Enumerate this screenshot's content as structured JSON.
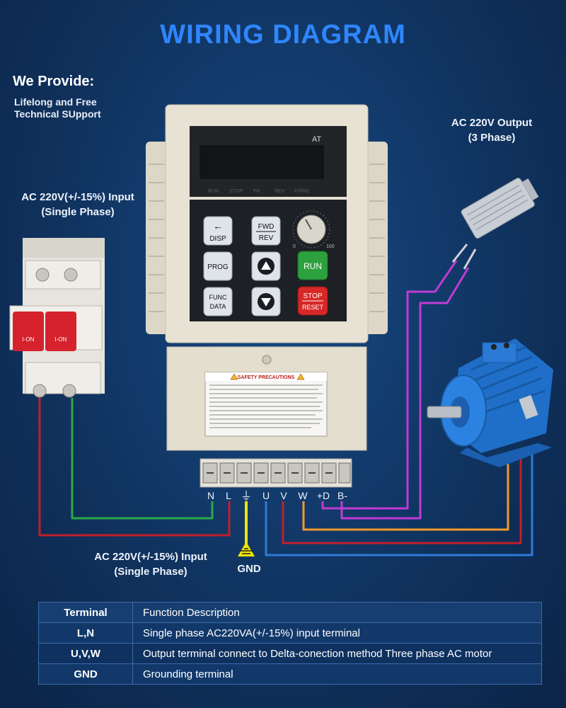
{
  "header": {
    "title": "WIRING DIAGRAM"
  },
  "provide": {
    "heading": "We Provide:",
    "line1": "Lifelong and Free",
    "line2": "Technical SUpport"
  },
  "labels": {
    "input_top_1": "AC 220V(+/-15%) Input",
    "input_top_2": "(Single Phase)",
    "output_1": "AC 220V Output",
    "output_2": "(3 Phase)",
    "input_bottom_1": "AC 220V(+/-15%) Input",
    "input_bottom_2": "(Single Phase)",
    "gnd": "GND"
  },
  "inverter": {
    "display_label": "AT",
    "status": [
      "RUN",
      "STOP",
      "FR",
      "REV",
      "F/PRG"
    ],
    "keys": {
      "disp": "DISP",
      "fwd": "FWD",
      "rev": "REV",
      "prog": "PROG",
      "func": "FUNC",
      "data": "DATA",
      "run": "RUN",
      "stop": "STOP",
      "reset": "RESET"
    },
    "dial_min": "0",
    "dial_max": "100",
    "safety_title": "SAFETY PRECAUTIONS"
  },
  "breaker": {
    "left": "I-ON",
    "right": "I-ON"
  },
  "terminals": [
    "N",
    "L",
    "⏚",
    "U",
    "V",
    "W",
    "+D",
    "B-"
  ],
  "colors": {
    "title": "#2f86ff",
    "red": "#c21f2a",
    "green": "#2ca84a",
    "yellow": "#f2e600",
    "blue": "#2f7ad8",
    "orange": "#f19a2a",
    "purple": "#c03bd4"
  },
  "table": {
    "header": [
      "Terminal",
      "Function Description"
    ],
    "rows": [
      [
        "L,N",
        "Single phase AC220VA(+/-15%) input terminal"
      ],
      [
        "U,V,W",
        "Output terminal connect to Delta-conection method Three phase AC motor"
      ],
      [
        "GND",
        "Grounding terminal"
      ]
    ]
  }
}
